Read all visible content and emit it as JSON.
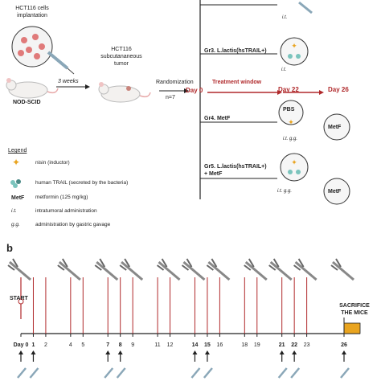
{
  "panel_a": {
    "cells_label": [
      "HCT116 cells",
      "implantation"
    ],
    "weeks_label": "3 weeks",
    "mouse_label": "NOD-SCID",
    "tumor_label": [
      "HCT116",
      "subcutananeous",
      "tumor"
    ],
    "randomization_label": "Randomization",
    "n_label": "n=7",
    "day0": "Day 0",
    "treatment_window": "Treatment window",
    "day22": "Day 22",
    "day26": "Day 26",
    "groups": [
      {
        "label": "",
        "route": "i.t."
      },
      {
        "label": "Gr3. L.lactis(hsTRAIL+)",
        "route": "i.t."
      },
      {
        "label": "Gr4. MetF",
        "route": "i.t.   g.g.",
        "pbs": "PBS",
        "metf": "MetF"
      },
      {
        "label": "Gr5. L.lactis(hsTRAIL+) + MetF",
        "label_l1": "Gr5. L.lactis(hsTRAIL+)",
        "label_l2": "+ MetF",
        "route": "i.t.   g.g.",
        "metf": "MetF"
      }
    ],
    "legend_title": "Legend",
    "legend": [
      {
        "symbol": "nisin-icon",
        "text": "nisin (inductor)"
      },
      {
        "symbol": "trail-icon",
        "text": "human TRAIL (secreted by the bacteria)"
      },
      {
        "symbol": "MetF",
        "text": "metformin (125 mg/kg)"
      },
      {
        "symbol": "i.t.",
        "text": "intratumoral administration"
      },
      {
        "symbol": "g.g.",
        "text": "administration by gastric gavage"
      }
    ]
  },
  "panel_b": {
    "label": "b",
    "start": "START",
    "end": [
      "SACRIFICE",
      "THE MICE"
    ],
    "days": [
      "Day 0",
      "1",
      "2",
      "4",
      "5",
      "7",
      "8",
      "9",
      "11",
      "12",
      "14",
      "15",
      "16",
      "18",
      "19",
      "21",
      "22",
      "23",
      "26"
    ],
    "caliper_days": [
      "Day 0",
      "4",
      "7",
      "9",
      "12",
      "14",
      "16",
      "19",
      "21",
      "23",
      "26"
    ],
    "injection_days": [
      "Day 0",
      "1",
      "7",
      "8",
      "14",
      "15",
      "21",
      "22",
      "26"
    ]
  },
  "colors": {
    "red": "#b0292b",
    "gold": "#e9a41f",
    "teal": "#7bc4bd",
    "dark": "#222222"
  }
}
